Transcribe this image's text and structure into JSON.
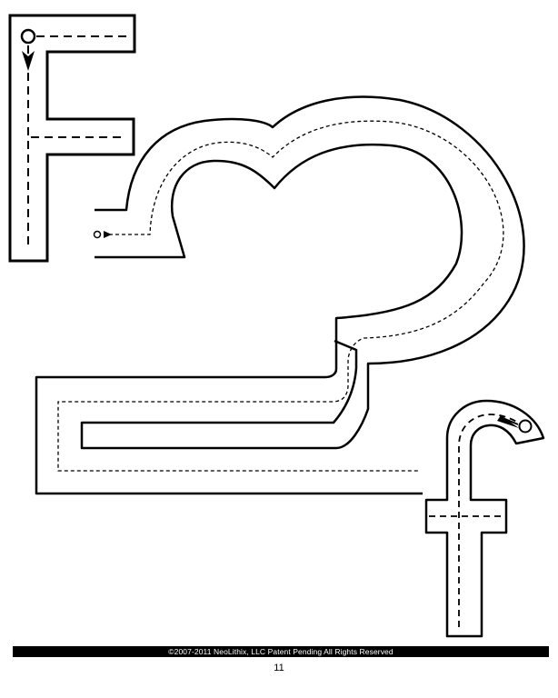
{
  "worksheet": {
    "letters": [
      "F",
      "f"
    ],
    "colors": {
      "ink": "#000000",
      "paper": "#ffffff"
    }
  },
  "footer": {
    "copyright": "©2007-2011 NeoLithix, LLC  Patent Pending  All Rights Reserved",
    "page_number": "11"
  }
}
